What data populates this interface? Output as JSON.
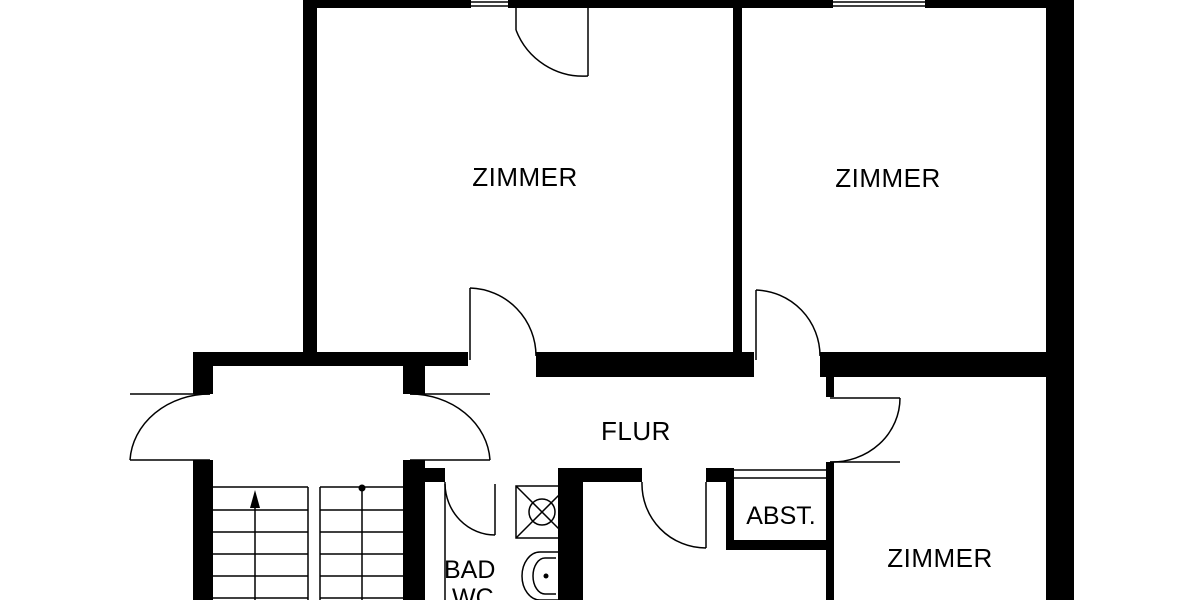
{
  "floorplan": {
    "rooms": [
      {
        "id": "zimmer-top-left",
        "label": "ZIMMER"
      },
      {
        "id": "zimmer-top-right",
        "label": "ZIMMER"
      },
      {
        "id": "flur",
        "label": "FLUR"
      },
      {
        "id": "zimmer-bottom-right",
        "label": "ZIMMER"
      },
      {
        "id": "abstellraum",
        "label": "ABST."
      },
      {
        "id": "bad-wc",
        "label_line1": "BAD",
        "label_line2": "WC"
      }
    ]
  }
}
